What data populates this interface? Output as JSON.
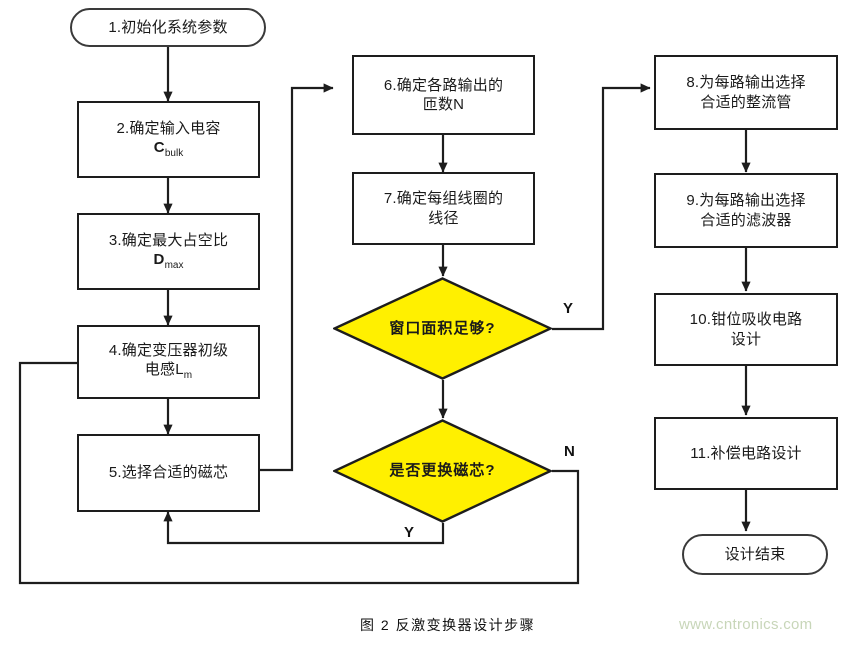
{
  "figure": {
    "caption": "图 2 反激变换器设计步骤",
    "watermark": "www.cntronics.com",
    "colors": {
      "decision_fill": "#FFF000",
      "decision_stroke": "#1d1d1d",
      "line": "#1d1d1d",
      "process_stroke": "#1d1d1d",
      "terminator_stroke": "#3a3a3a",
      "text": "#1a1a1a",
      "watermark": "#c8d6b9"
    }
  },
  "nodes": {
    "start": {
      "label": "1.初始化系统参数",
      "type": "terminator"
    },
    "step2": {
      "label": "2.确定输入电容",
      "sub_line": "C",
      "sub_text": "bulk",
      "type": "process"
    },
    "step3": {
      "label": "3.确定最大占空比",
      "sub_line": "D",
      "sub_text": "max",
      "type": "process"
    },
    "step4": {
      "label": "4.确定变压器初级",
      "sub_line": "电感L",
      "sub_text": "m",
      "type": "process"
    },
    "step5": {
      "label": "5.选择合适的磁芯",
      "type": "process"
    },
    "step6": {
      "label": "6.确定各路输出的\n匝数N",
      "type": "process"
    },
    "step7": {
      "label": "7.确定每组线圈的\n线径",
      "type": "process"
    },
    "dec1": {
      "label": "窗口面积足够?",
      "type": "decision"
    },
    "dec2": {
      "label": "是否更换磁芯?",
      "type": "decision"
    },
    "step8": {
      "label": "8.为每路输出选择\n合适的整流管",
      "type": "process"
    },
    "step9": {
      "label": "9.为每路输出选择\n合适的滤波器",
      "type": "process"
    },
    "step10": {
      "label": "10.钳位吸收电路\n设计",
      "type": "process"
    },
    "step11": {
      "label": "11.补偿电路设计",
      "type": "process"
    },
    "end": {
      "label": "设计结束",
      "type": "terminator"
    }
  },
  "edge_labels": {
    "dec1_yes": "Y",
    "dec2_no": "N",
    "dec2_yes": "Y"
  }
}
